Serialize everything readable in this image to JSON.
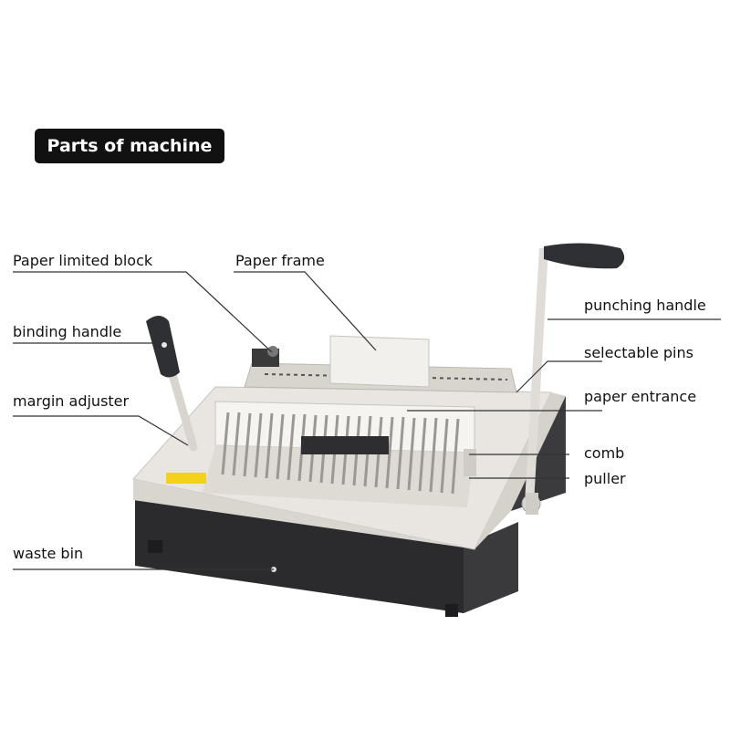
{
  "title": "Parts of machine",
  "labels": {
    "paper_limited_block": "Paper limited block",
    "paper_frame": "Paper frame",
    "binding_handle": "binding handle",
    "margin_adjuster": "margin adjuster",
    "waste_bin": "waste bin",
    "punching_handle": "punching handle",
    "selectable_pins": "selectable pins",
    "paper_entrance": "paper entrance",
    "comb": "comb",
    "puller": "puller"
  },
  "colors": {
    "title_bg": "#111111",
    "machine_body": "#e9e6e1",
    "machine_base": "#2b2b2d",
    "handle_grip": "#2e3033",
    "leader_line": "#333333"
  }
}
